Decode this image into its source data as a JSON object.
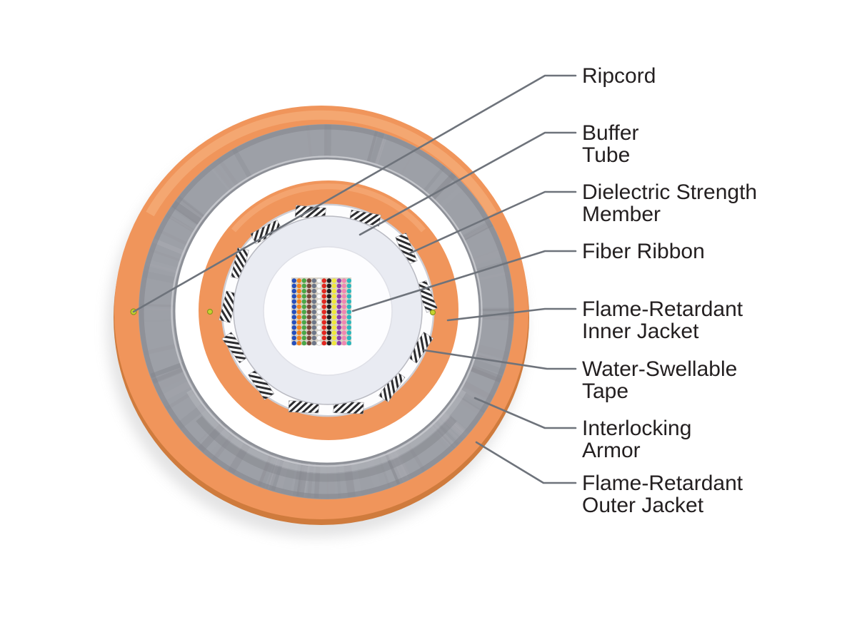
{
  "page": {
    "background": "#ffffff"
  },
  "diagram": {
    "type": "fiber-optic-cable-cross-section",
    "labels": [
      {
        "id": "ripcord",
        "lines": [
          "Ripcord"
        ]
      },
      {
        "id": "buffer-tube",
        "lines": [
          "Buffer",
          "Tube"
        ]
      },
      {
        "id": "dielectric-strength-member",
        "lines": [
          "Dielectric Strength",
          "Member"
        ]
      },
      {
        "id": "fiber-ribbon",
        "lines": [
          "Fiber Ribbon"
        ]
      },
      {
        "id": "flame-retardant-inner-jacket",
        "lines": [
          "Flame-Retardant",
          "Inner Jacket"
        ]
      },
      {
        "id": "water-swellable-tape",
        "lines": [
          "Water-Swellable",
          "Tape"
        ]
      },
      {
        "id": "interlocking-armor",
        "lines": [
          "Interlocking",
          "Armor"
        ]
      },
      {
        "id": "flame-retardant-outer-jacket",
        "lines": [
          "Flame-Retardant",
          "Outer Jacket"
        ]
      }
    ],
    "colors": {
      "jacket_orange": "#F0955B",
      "jacket_orange_dark_rim": "#CF7B3D",
      "jacket_orange_highlight": "#F5AB77",
      "armor_gray": "#9DA0A7",
      "white_gap": "#FFFFFF",
      "strength_area_white": "#FDFDFE",
      "buffer_tube_gray": "#E9EBF2",
      "tape_gray": "#CDCED5",
      "ribbon_matrix_tan": "#D9D2C5",
      "ripcord_yellow": "#C6D32F",
      "ripcord_yellow_edge": "#88951F",
      "leader_line_gray": "#6E737B",
      "label_text": "#231F20"
    },
    "fiber_ribbon": {
      "rows": 13,
      "columns": [
        {
          "name": "blue",
          "color": "#2650BE"
        },
        {
          "name": "orange",
          "color": "#F08221"
        },
        {
          "name": "green",
          "color": "#4BA748"
        },
        {
          "name": "brown",
          "color": "#77473A"
        },
        {
          "name": "slate",
          "color": "#6E7687"
        },
        {
          "name": "white",
          "color": "#FAFAFA"
        },
        {
          "name": "red",
          "color": "#E2261F"
        },
        {
          "name": "black",
          "color": "#231F20"
        },
        {
          "name": "yellow",
          "color": "#EFE93D"
        },
        {
          "name": "violet",
          "color": "#8C3FAD"
        },
        {
          "name": "rose",
          "color": "#F087B1"
        },
        {
          "name": "aqua",
          "color": "#2BB8BE"
        }
      ]
    }
  }
}
